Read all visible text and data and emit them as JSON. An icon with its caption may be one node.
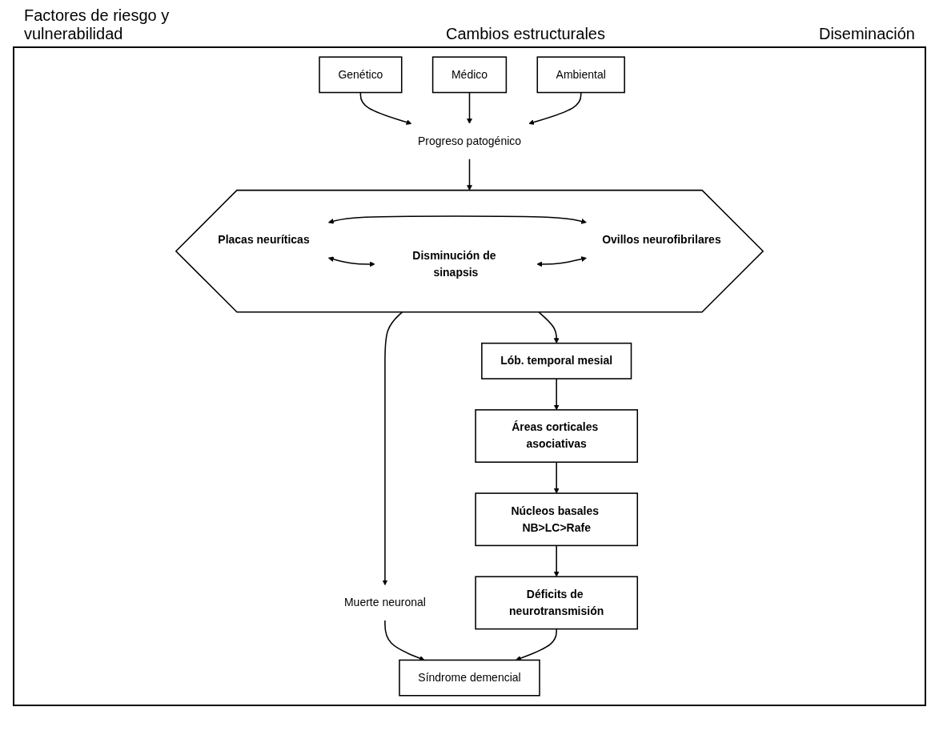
{
  "diagram": {
    "nodes": [
      {
        "text": [
          "Genético"
        ]
      },
      {
        "text": [
          "Médico"
        ]
      },
      {
        "text": [
          "Ambiental"
        ]
      },
      {
        "text": [
          "Progreso patogénico"
        ]
      },
      {
        "text": [],
        "shape": "hexagon"
      },
      {
        "text": [
          "Placas neuríticas"
        ],
        "in": 4
      },
      {
        "text": [
          "Disminución de sinapsis"
        ],
        "in": 4
      },
      {
        "text": [
          "Ovillos neurofibrilares"
        ],
        "in": 4
      },
      {
        "text": [
          "Lób. temporal mesial"
        ]
      },
      {
        "text": [
          "Áreas corticales asociativas"
        ]
      },
      {
        "text": [
          "Núcleos basales NB>LC>Rafe"
        ]
      },
      {
        "text": [
          "Déficits de neurotransmisión"
        ]
      },
      {
        "text": [
          "Muerte neuronal"
        ]
      },
      {
        "text": [
          "Síndrome demencial"
        ]
      }
    ],
    "edges": [
      {
        "from": 0,
        "to": 3,
        "arrow": "to"
      },
      {
        "from": 1,
        "to": 3,
        "arrow": "to"
      },
      {
        "from": 2,
        "to": 3,
        "arrow": "to"
      },
      {
        "from": 3,
        "to": 4,
        "arrow": "to"
      },
      {
        "from": 5,
        "to": 6,
        "arrow": "both"
      },
      {
        "from": 5,
        "to": 7,
        "arrow": "both"
      },
      {
        "from": 6,
        "to": 7,
        "arrow": "both"
      },
      {
        "from": 4,
        "to": 8,
        "arrow": "to"
      },
      {
        "from": 8,
        "to": 9,
        "arrow": "to"
      },
      {
        "from": 9,
        "to": 10,
        "arrow": "to"
      },
      {
        "from": 10,
        "to": 11,
        "arrow": "to"
      },
      {
        "from": 4,
        "to": 12,
        "arrow": "to"
      },
      {
        "from": 12,
        "to": 13,
        "arrow": "to"
      },
      {
        "from": 11,
        "to": 13,
        "arrow": "to"
      }
    ],
    "labels": [
      "Factores de riesgo y vulnerabilidad",
      "Cambios estructurales",
      "Diseminación"
    ]
  }
}
